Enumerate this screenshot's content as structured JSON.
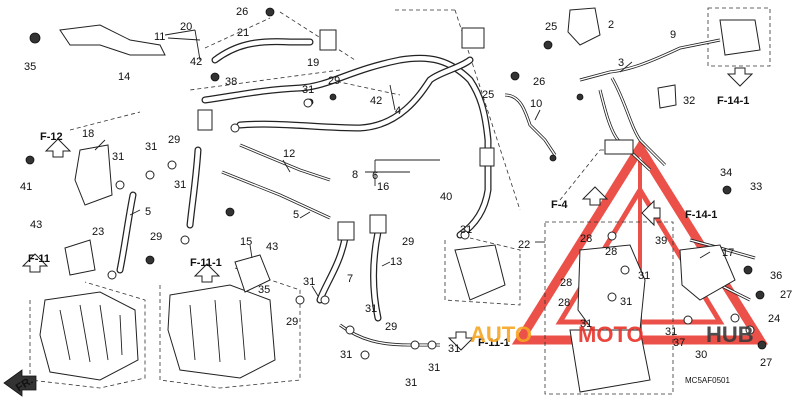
{
  "part_numbers": [
    "35",
    "14",
    "11",
    "20",
    "26",
    "21",
    "42",
    "38",
    "31",
    "19",
    "29",
    "42",
    "4",
    "25",
    "2",
    "26",
    "25",
    "10",
    "9",
    "3",
    "F-14-1",
    "32",
    "F-12",
    "18",
    "29",
    "31",
    "31",
    "41",
    "43",
    "23",
    "5",
    "29",
    "F-11",
    "F-11-1",
    "31",
    "12",
    "6",
    "5",
    "15",
    "43",
    "40",
    "16",
    "8",
    "29",
    "31",
    "F-4",
    "22",
    "28",
    "28",
    "31",
    "39",
    "17",
    "F-14-1",
    "34",
    "33",
    "27",
    "36",
    "28",
    "31",
    "28",
    "31",
    "7",
    "13",
    "35",
    "29",
    "31",
    "31",
    "31",
    "31",
    "29",
    "31",
    "31",
    "F-11-1",
    "31",
    "30",
    "37",
    "24",
    "27",
    "FR."
  ],
  "fig_code": "MC5AF0501",
  "watermark": {
    "text": "AUTOMOTOHUB",
    "part1": "AUTO",
    "part2": "MOTO",
    "part3": "HUB",
    "colors": {
      "orange": "#f6a623",
      "red": "#e8322a",
      "dark": "#3a3a3a"
    }
  }
}
